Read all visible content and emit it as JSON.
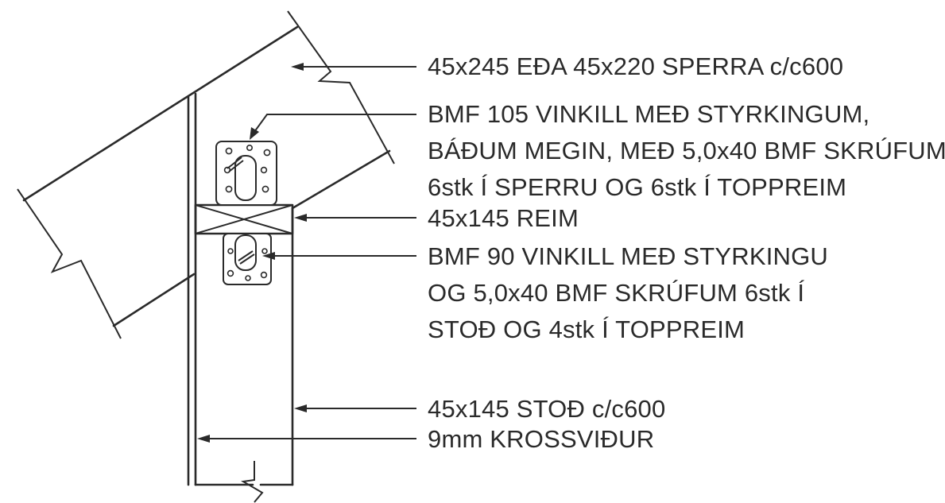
{
  "labels": {
    "rafter": "45x245 EÐA 45x220 SPERRA c/c600",
    "bracket105": [
      "BMF 105 VINKILL MEÐ STYRKINGUM,",
      "BÁÐUM MEGIN, MEÐ 5,0x40 BMF SKRÚFUM",
      "6stk Í SPERRU OG 6stk Í TOPPREIM"
    ],
    "plate": "45x145 REIM",
    "bracket90": [
      "BMF 90 VINKILL MEÐ STYRKINGU",
      "OG 5,0x40 BMF SKRÚFUM 6stk Í",
      "STOÐ OG 4stk Í TOPPREIM"
    ],
    "stud": "45x145 STOÐ c/c600",
    "plywood": "9mm KROSSVIÐUR"
  }
}
